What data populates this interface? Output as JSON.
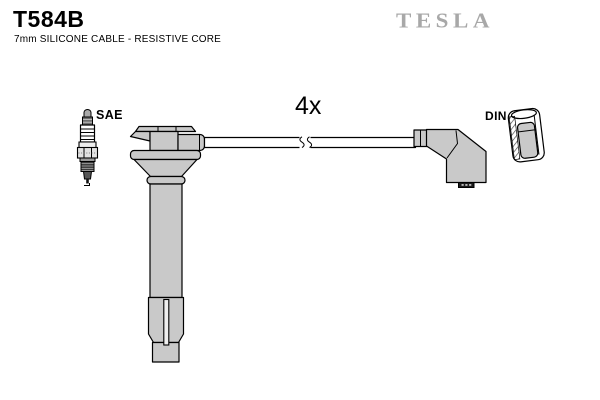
{
  "header": {
    "part_number": "T584B",
    "description": "7mm SILICONE CABLE - RESISTIVE CORE",
    "brand": "TESLA"
  },
  "diagram": {
    "quantity_label": "4x",
    "plug_end_label": "SAE",
    "coil_end_label": "DIN",
    "parts": [
      "spark-plug",
      "straight-coil-boot",
      "silicone-cable",
      "elbow-connector",
      "din-terminal"
    ]
  },
  "colors": {
    "background": "#ffffff",
    "outline": "#000000",
    "part_fill": "#c9c9c9",
    "brand_gray": "#a8a8a8",
    "dark_metal": "#3a3a3a"
  }
}
